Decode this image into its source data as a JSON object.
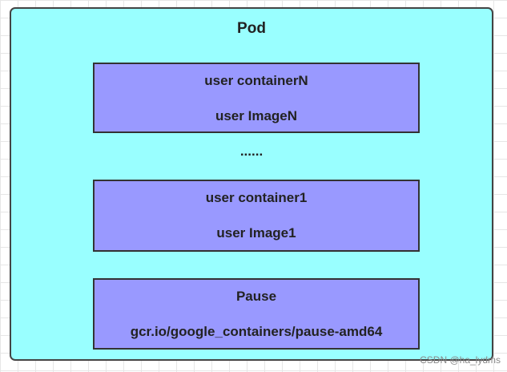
{
  "diagram": {
    "pod_label": "Pod",
    "containers": [
      {
        "name": "user containerN",
        "image": "user ImageN"
      },
      {
        "name": "user container1",
        "image": "user Image1"
      },
      {
        "name": "Pause",
        "image": "gcr.io/google_containers/pause-amd64"
      }
    ],
    "ellipsis": "......"
  },
  "watermark": "CSDN @ha_lydms",
  "colors": {
    "pod_fill": "#99ffff",
    "container_fill": "#9999ff",
    "border": "#333333"
  }
}
